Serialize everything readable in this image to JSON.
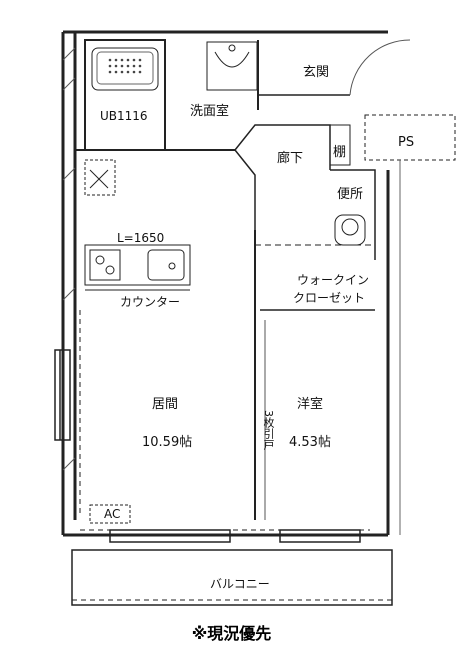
{
  "rooms": {
    "entrance": "玄関",
    "washroom": "洗面室",
    "unit_bath": "UB1116",
    "hallway": "廊下",
    "shelf": "棚",
    "toilet": "便所",
    "ps": "PS",
    "walk_in_closet_line1": "ウォークイン",
    "walk_in_closet_line2": "クローゼット",
    "living": "居間",
    "living_size": "10.59帖",
    "western_room": "洋室",
    "western_room_size": "4.53帖",
    "sliding_door": "3枚引戸",
    "kitchen_length": "L=1650",
    "counter": "カウンター",
    "ac": "AC",
    "balcony": "バルコニー"
  },
  "footer": {
    "note": "※現況優先"
  }
}
